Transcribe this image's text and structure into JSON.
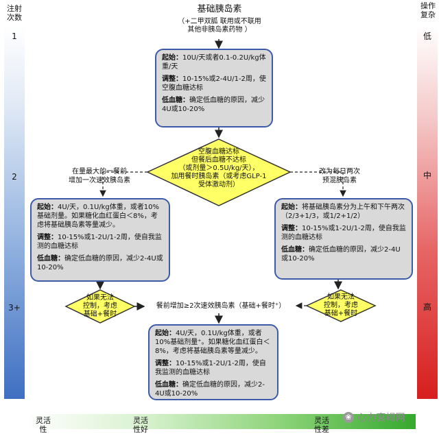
{
  "left_axis": {
    "title_line1": "注射",
    "title_line2": "次数",
    "level_1": "1",
    "level_2": "2",
    "level_3": "3+"
  },
  "right_axis": {
    "title_line1": "操作",
    "title_line2": "复杂",
    "level_low": "低",
    "level_mid": "中",
    "level_high": "高"
  },
  "bottom_axis": {
    "left_line1": "灵活",
    "left_line2": "性",
    "mid_line1": "灵活",
    "mid_line2": "性好",
    "right_line1": "灵活",
    "right_line2": "性差"
  },
  "watermark": "心力衰竭网",
  "top": {
    "title": "基础胰岛素",
    "subtitle_line1": "（+二甲双胍 联用或不联用",
    "subtitle_line2": "其他非胰岛素药物 ）"
  },
  "start_box": {
    "start_label": "起始：",
    "start_text": "10U/天或者0.1-0.2U/kg体重/天",
    "adjust_label": "调整：",
    "adjust_text": "10-15%或2-4U/1-2周，使空腹血糖达标",
    "hypo_label": "低血糖：",
    "hypo_text": "确定低血糖的原因，减少4U或10-20%"
  },
  "center_diamond": {
    "line1": "空腹血糖达标",
    "line2": "但餐后血糖不达标",
    "line3": "（或剂量＞0.5U/kg/天），",
    "line4": "加用餐时胰岛素（或考虑GLP-1",
    "line5": "受体激动剂）"
  },
  "left_branch": {
    "line1": "在量最大的一餐前",
    "line2": "增加一次速效胰岛素"
  },
  "right_branch": {
    "line1": "改为每日两次",
    "line2": "预混胰岛素"
  },
  "left_box": {
    "start_label": "起始：",
    "start_text": "4U/天，0.1U/kg体重，或者10%基础剂量。如果糖化血红蛋白＜8%，考虑将基础胰岛素等量减少。",
    "adjust_label": "调整：",
    "adjust_text": "10-15%或1-2U/1-2周，使自我监测的血糖达标",
    "hypo_label": "低血糖：",
    "hypo_text": "确定低血糖的原因，减少2-4U或10-20%"
  },
  "right_box": {
    "start_label": "起始：",
    "start_text": "将基础胰岛素分为上午和下午两次（2/3+1/3，或1/2+1/2）",
    "adjust_label": "调整：",
    "adjust_text": "10-15%或1-2U/1-2周，使自我监测的血糖达标",
    "hypo_label": "低血糖：",
    "hypo_text": "确定低血糖的原因，减少2-4U或10-20%"
  },
  "left_small_diamond": {
    "line1": "如果无法",
    "line2": "控制，考虑",
    "line3": "基础+餐时"
  },
  "right_small_diamond": {
    "line1": "如果无法",
    "line2": "控制，考虑",
    "line3": "基础+餐时"
  },
  "middle_label": "餐前增加≥2次速效胰岛素（基础+餐时⁺）",
  "bottom_box": {
    "start_label": "起始：",
    "start_text": "4U/天，0.1U/kg体重，或者10%基础剂量⁺。如果糖化血红蛋白＜8%，考虑将基础胰岛素等量减少。",
    "adjust_label": "调整：",
    "adjust_text": "10-15%或1-2U/1-2周，使自我监测的血糖达标",
    "hypo_label": "低血糖：",
    "hypo_text": "确定低血糖的原因，减少2-4U或10-20%"
  }
}
